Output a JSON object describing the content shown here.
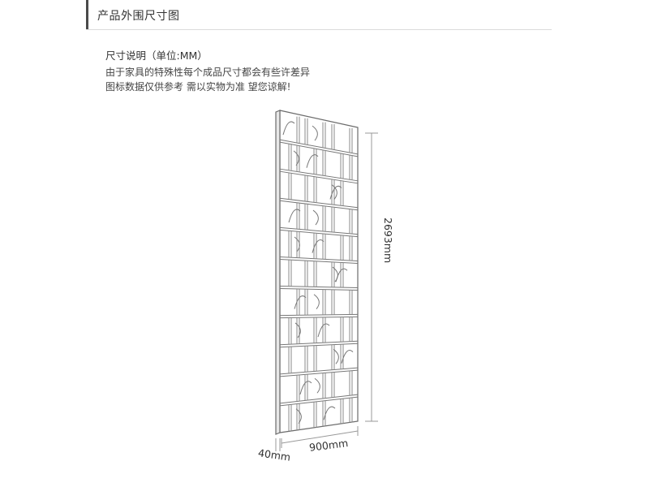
{
  "header": {
    "title": "产品外围尺寸图"
  },
  "section": {
    "title": "尺寸说明（单位:MM）"
  },
  "description": {
    "line1": "由于家具的特殊性每个成品尺寸都会有些许差异",
    "line2": "图标数据仅供参考 需以实物为准 望您谅解!"
  },
  "dimensions": {
    "height": "2693mm",
    "width": "900mm",
    "depth": "40mm"
  }
}
